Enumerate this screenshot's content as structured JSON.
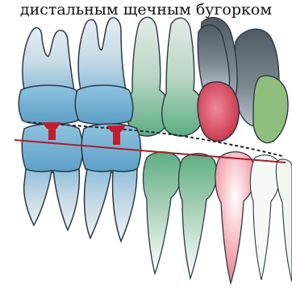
{
  "caption": "дистальным щечным бугорком",
  "colors": {
    "molar_crown": "#7fb6d4",
    "molar_root": "#c9dde8",
    "premolar_crown": "#6cb68f",
    "canine_crown": "#d9546a",
    "canine_lower": "#f09aa6",
    "outline": "#2b3a44",
    "contact_mark": "#c61c2c",
    "occlusal_line": "#b21a26",
    "dotted_line": "#222222"
  },
  "icons": {
    "upper_molar": "upper-molar-tooth",
    "lower_molar": "lower-molar-tooth",
    "premolar": "premolar-tooth",
    "canine": "canine-tooth"
  }
}
